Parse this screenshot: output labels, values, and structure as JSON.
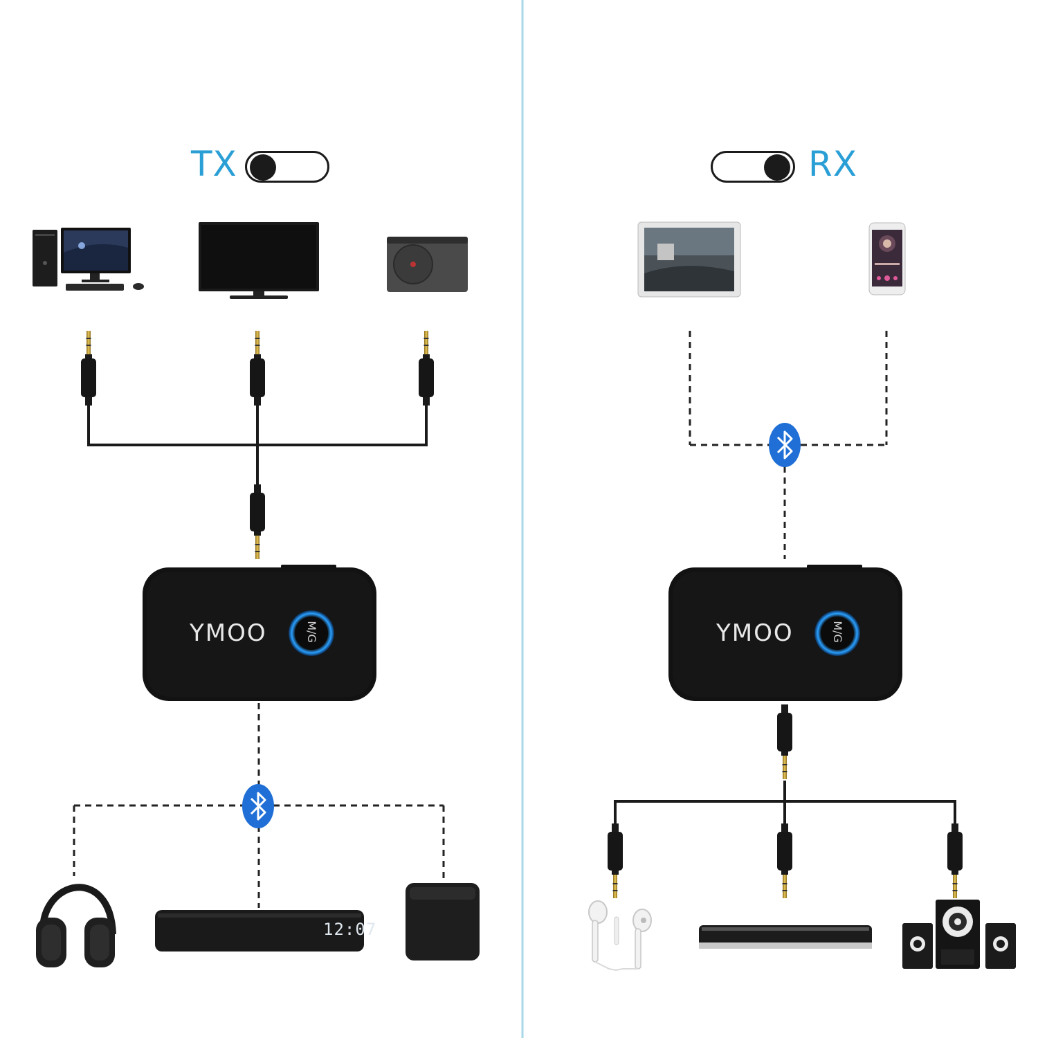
{
  "modes": {
    "transmit": {
      "label": "TX",
      "toggle_state": "left"
    },
    "receive": {
      "label": "RX",
      "toggle_state": "right"
    }
  },
  "device": {
    "brand_logo": "YMOO",
    "button_label": "M/G",
    "button_glow_color": "#1e8cff"
  },
  "tx_section": {
    "sources": [
      "desktop-computer",
      "tv",
      "cd-player"
    ],
    "connection": "3.5mm aux cable",
    "outputs": [
      "headphones",
      "soundbar",
      "bluetooth-speaker"
    ],
    "output_link": "bluetooth"
  },
  "rx_section": {
    "sources": [
      "tablet",
      "smartphone"
    ],
    "source_link": "bluetooth",
    "connection": "3.5mm aux cable",
    "outputs": [
      "wired-earphones",
      "soundbar",
      "speaker-system"
    ]
  },
  "soundbar_clock": "12:07",
  "colors": {
    "accent": "#2a9fd6",
    "divider": "#a8d8e8",
    "bluetooth_badge": "#1f6fd6"
  }
}
